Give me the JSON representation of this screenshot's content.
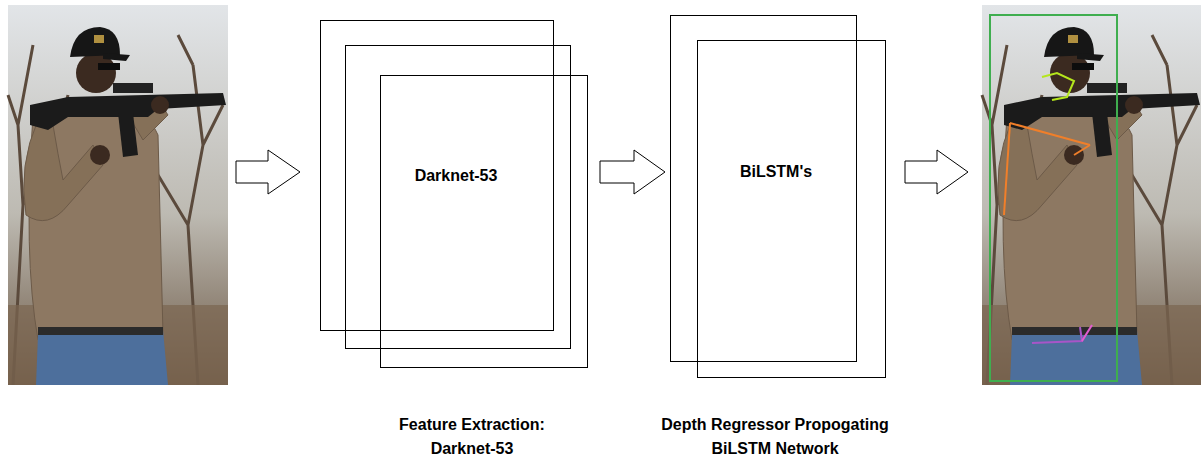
{
  "diagram": {
    "nodes": [
      {
        "text": [
          "Darknet-53"
        ]
      },
      {
        "text": [
          "BiLSTM's"
        ]
      }
    ],
    "edges": [
      {
        "from": 0,
        "to": 1,
        "arrow": "to"
      }
    ],
    "labels": [
      "Feature Extraction: Darknet-53",
      "Depth Regressor Propogating BiLSTM Network"
    ]
  }
}
